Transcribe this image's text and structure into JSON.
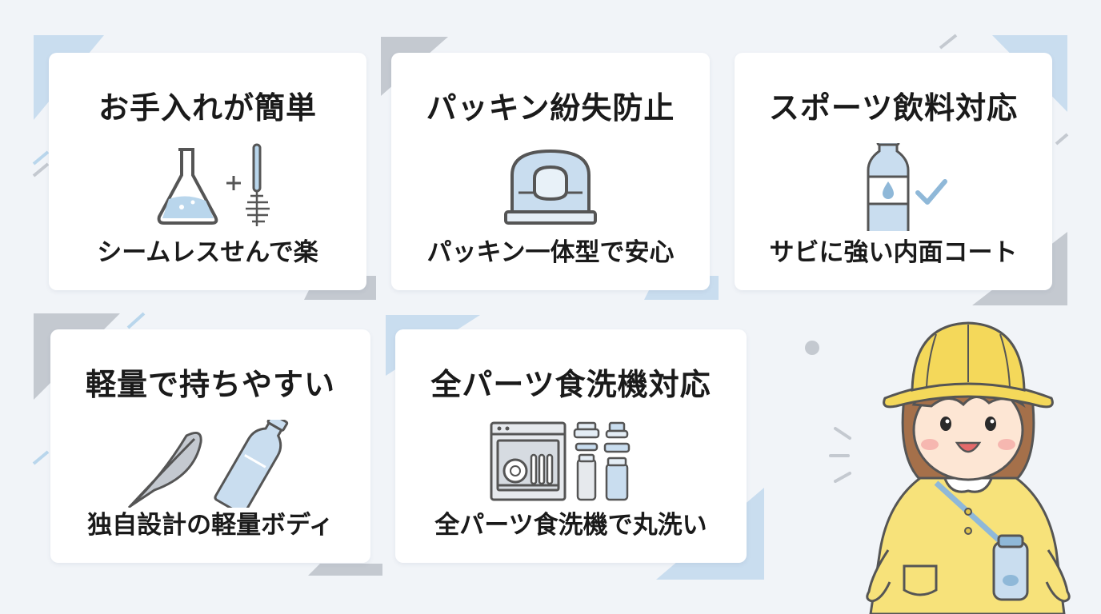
{
  "features": [
    {
      "title": "お手入れが簡単",
      "subtitle": "シームレスせんで楽",
      "icon": "flask-brush-icon"
    },
    {
      "title": "パッキン紛失防止",
      "subtitle": "パッキン一体型で安心",
      "icon": "gasket-icon"
    },
    {
      "title": "スポーツ飲料対応",
      "subtitle": "サビに強い内面コート",
      "icon": "bottle-check-icon"
    },
    {
      "title": "軽量で持ちやすい",
      "subtitle": "独自設計の軽量ボディ",
      "icon": "feather-bottle-icon"
    },
    {
      "title": "全パーツ食洗機対応",
      "subtitle": "全パーツ食洗機で丸洗い",
      "icon": "dishwasher-parts-icon"
    }
  ],
  "colors": {
    "background": "#f1f4f8",
    "accent_blue": "#b9d6ec",
    "accent_gray": "#c4c9d0",
    "hat_yellow": "#f4d85a"
  },
  "mascot": {
    "icon": "kindergarten-girl-icon"
  }
}
